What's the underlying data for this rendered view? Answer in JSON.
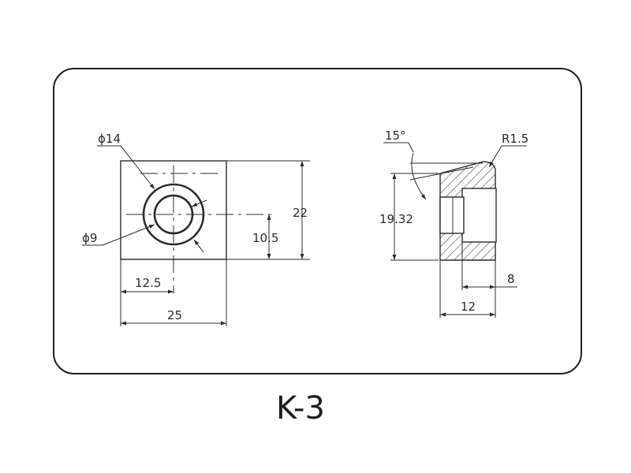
{
  "title": "K-3",
  "front_view": {
    "outer_diameter": "ϕ14",
    "inner_diameter": "ϕ9",
    "height": "22",
    "center_height": "10.5",
    "center_offset": "12.5",
    "width": "25"
  },
  "side_view": {
    "angle": "15°",
    "radius": "R1.5",
    "height": "19.32",
    "counterbore_depth": "8",
    "thickness": "12"
  }
}
